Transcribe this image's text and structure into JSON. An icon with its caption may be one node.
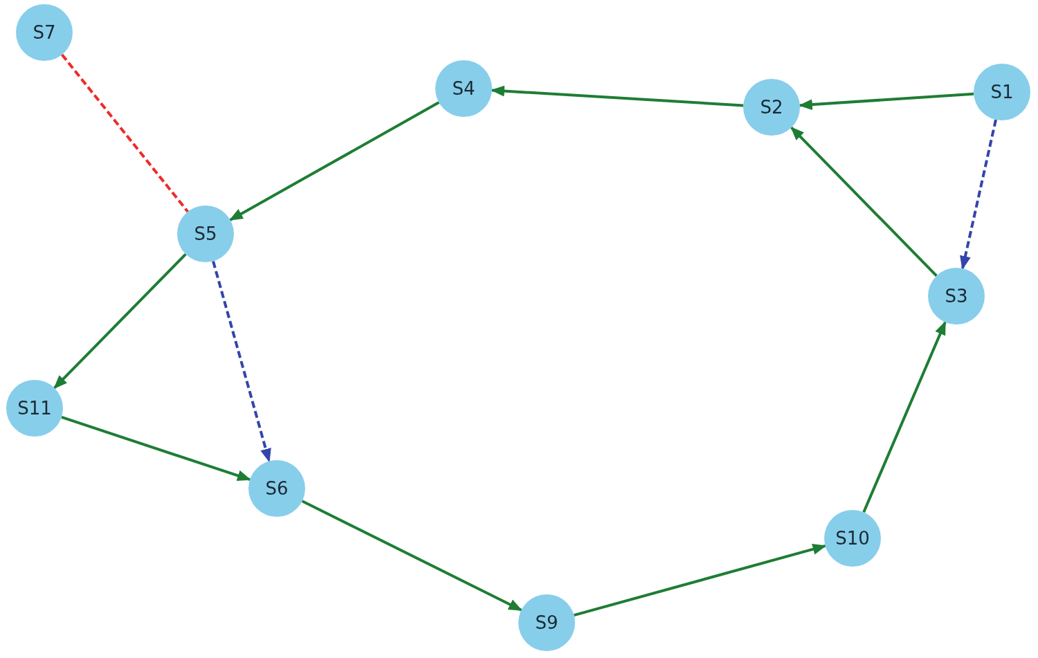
{
  "diagram": {
    "nodes": [
      {
        "text": [
          "S7"
        ]
      },
      {
        "text": [
          "S4"
        ]
      },
      {
        "text": [
          "S2"
        ]
      },
      {
        "text": [
          "S1"
        ]
      },
      {
        "text": [
          "S5"
        ]
      },
      {
        "text": [
          "S3"
        ]
      },
      {
        "text": [
          "S11"
        ]
      },
      {
        "text": [
          "S6"
        ]
      },
      {
        "text": [
          "S10"
        ]
      },
      {
        "text": [
          "S9"
        ]
      }
    ],
    "edges": [
      {
        "from": 3,
        "to": 2,
        "arrow": "to"
      },
      {
        "from": 2,
        "to": 1,
        "arrow": "to"
      },
      {
        "from": 1,
        "to": 4,
        "arrow": "to"
      },
      {
        "from": 5,
        "to": 2,
        "arrow": "to"
      },
      {
        "from": 3,
        "to": 5,
        "arrow": "to",
        "style": "dashed",
        "color": "#3344aa"
      },
      {
        "from": 4,
        "to": 7,
        "arrow": "to",
        "style": "dashed",
        "color": "#3344aa"
      },
      {
        "from": 0,
        "to": 4,
        "arrow": "none",
        "style": "dashed",
        "color": "#ee2a2a"
      },
      {
        "from": 4,
        "to": 6,
        "arrow": "to"
      },
      {
        "from": 6,
        "to": 7,
        "arrow": "to"
      },
      {
        "from": 7,
        "to": 9,
        "arrow": "to"
      },
      {
        "from": 9,
        "to": 8,
        "arrow": "to"
      },
      {
        "from": 8,
        "to": 5,
        "arrow": "to"
      }
    ]
  }
}
